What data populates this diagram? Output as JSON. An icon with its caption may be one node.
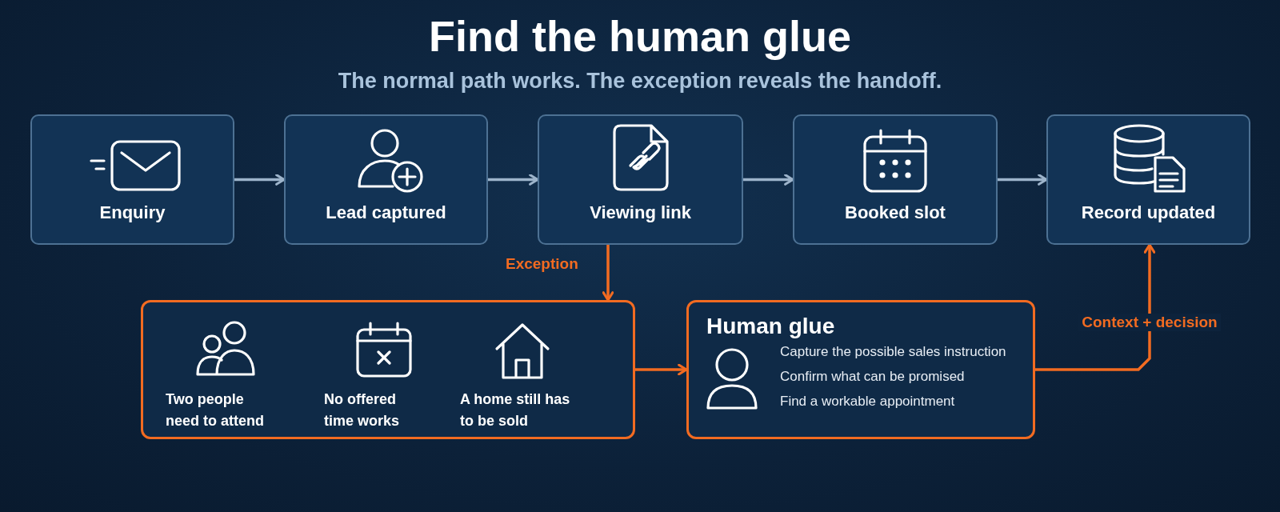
{
  "diagram": {
    "title": "Find the human glue",
    "caption": "The normal path works. The exception reveals the handoff.",
    "nodes": [
      {
        "text": [
          "Enquiry"
        ]
      },
      {
        "text": [
          "Lead captured"
        ]
      },
      {
        "text": [
          "Viewing link"
        ]
      },
      {
        "text": [
          "Booked slot"
        ]
      },
      {
        "text": [
          "Record updated"
        ]
      },
      {
        "text": [],
        "shape": "box"
      },
      {
        "text": [
          "Two people need to attend"
        ],
        "in": 5
      },
      {
        "text": [
          "No offered time works"
        ],
        "in": 5
      },
      {
        "text": [
          "A home still has to be sold"
        ],
        "in": 5
      },
      {
        "text": [
          "Human glue",
          "Capture the possible sales instruction",
          "Confirm what can be promised",
          "Find a workable appointment"
        ]
      }
    ],
    "edges": [
      {
        "from": 0,
        "to": 1,
        "arrow": "to"
      },
      {
        "from": 1,
        "to": 2,
        "arrow": "to"
      },
      {
        "from": 2,
        "to": 3,
        "arrow": "to"
      },
      {
        "from": 3,
        "to": 4,
        "arrow": "to"
      },
      {
        "from": 2,
        "to": 5,
        "arrow": "to",
        "label": "Exception",
        "color": "#f26b21"
      },
      {
        "from": 5,
        "to": 9,
        "arrow": "to",
        "color": "#f26b21"
      },
      {
        "from": 9,
        "to": 4,
        "arrow": "to",
        "label": "Context + decision",
        "color": "#f26b21"
      }
    ]
  }
}
